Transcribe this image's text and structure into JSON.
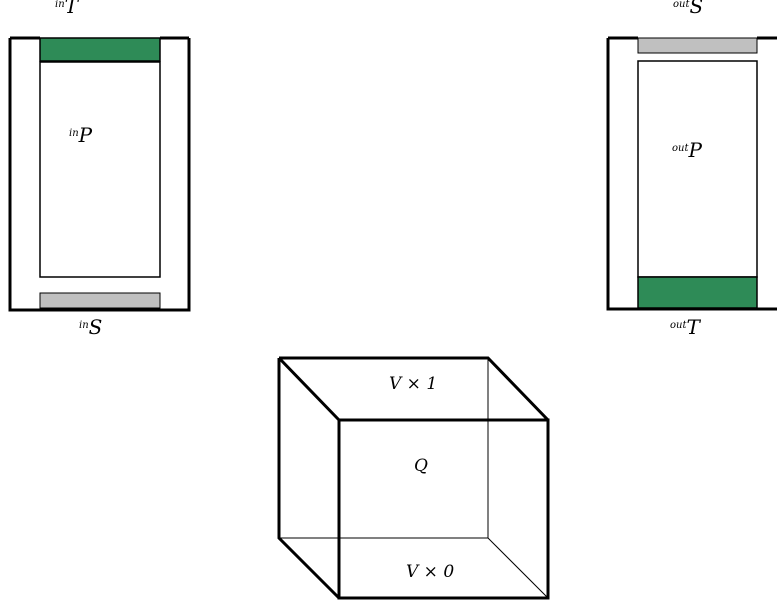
{
  "colors": {
    "green": "#2e8b57",
    "gray": "#c0c0c0",
    "stroke": "#000000"
  },
  "left_panel": {
    "top_label": {
      "sup": "in",
      "base": "T"
    },
    "inner_label": {
      "sup": "in",
      "base": "P"
    },
    "bottom_label": {
      "sup": "in",
      "base": "S"
    }
  },
  "right_panel": {
    "top_label": {
      "sup": "out",
      "base": "S"
    },
    "inner_label": {
      "sup": "out",
      "base": "P"
    },
    "bottom_label": {
      "sup": "out",
      "base": "T"
    }
  },
  "cube": {
    "top_label": "V × 1",
    "center_label": "Q",
    "bottom_label": "V × 0"
  }
}
